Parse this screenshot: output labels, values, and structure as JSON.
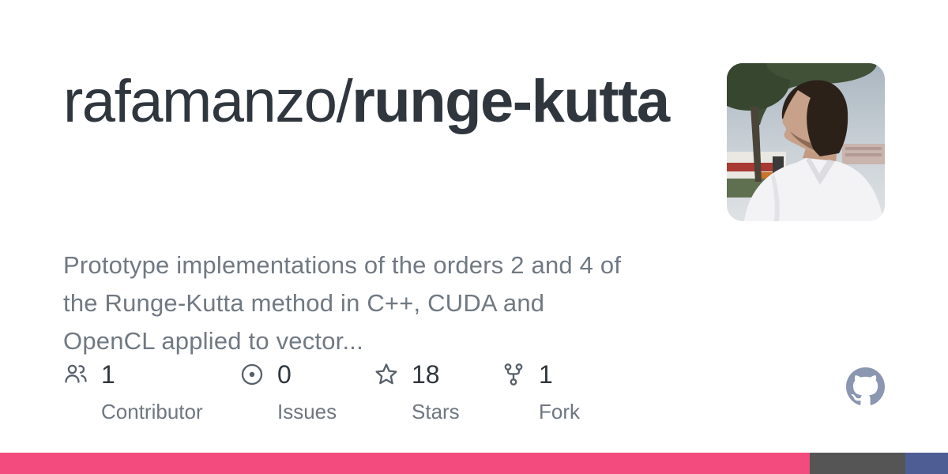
{
  "repo": {
    "owner": "rafamanzo/",
    "name": "runge-kutta",
    "description": "Prototype implementations of the orders 2 and 4 of\nthe Runge-Kutta method in C++, CUDA and\nOpenCL applied to vector..."
  },
  "stats": [
    {
      "icon": "people-icon",
      "value": "1",
      "label": "Contributor"
    },
    {
      "icon": "issue-opened-icon",
      "value": "0",
      "label": "Issues"
    },
    {
      "icon": "star-icon",
      "value": "18",
      "label": "Stars"
    },
    {
      "icon": "fork-icon",
      "value": "1",
      "label": "Fork"
    }
  ],
  "language_bar": {
    "segments": [
      {
        "color": "#f34b7d",
        "width": "85.4%"
      },
      {
        "color": "#555555",
        "width": "10.1%"
      },
      {
        "color": "#4f5d95",
        "width": "4.5%"
      }
    ]
  },
  "colors": {
    "title": "#2f363d",
    "description": "#707983",
    "stat_number": "#2f363d",
    "stat_label": "#6e7681",
    "icon": "#57606a",
    "github_mark": "#8b96b1",
    "background": "#ffffff"
  }
}
